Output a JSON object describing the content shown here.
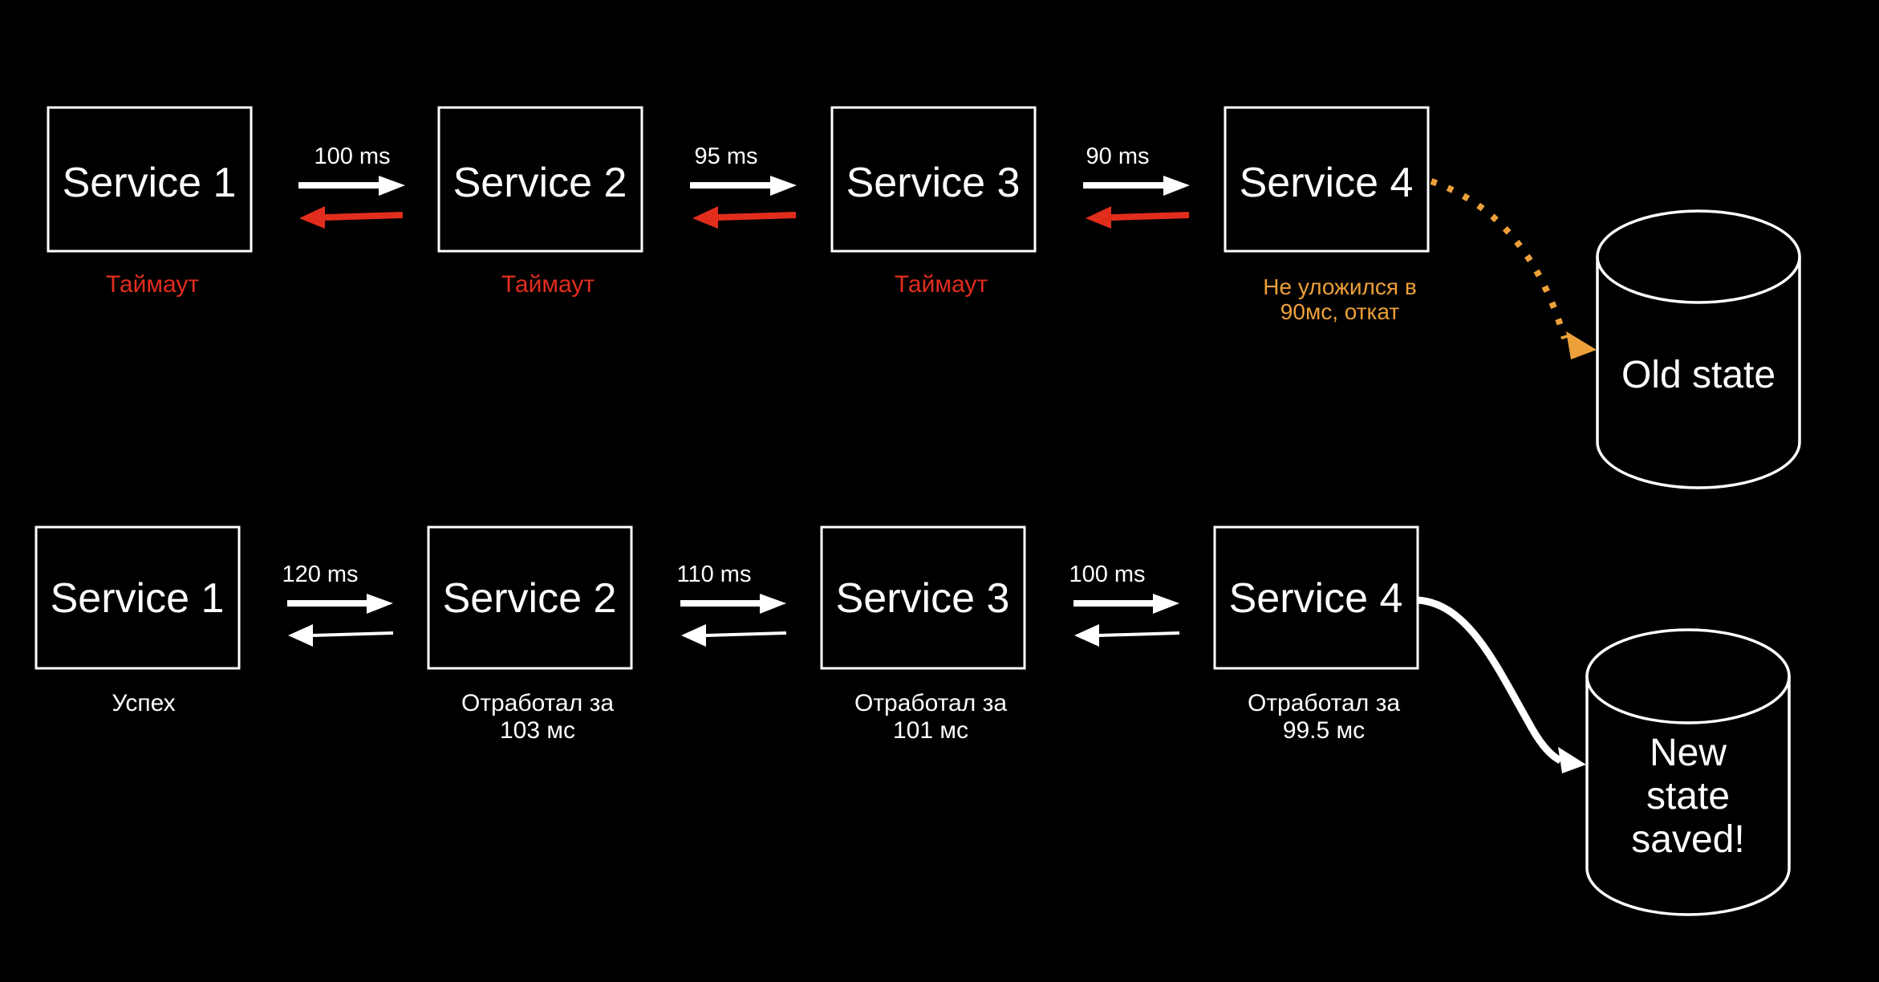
{
  "colors": {
    "background": "#000000",
    "box_stroke": "#ffffff",
    "text": "#ffffff",
    "error_red": "#e22d1d",
    "rollback_orange": "#eda03a"
  },
  "top_flow": {
    "services": [
      {
        "name": "Service 1",
        "status_lines": [
          "Таймаут"
        ]
      },
      {
        "name": "Service 2",
        "status_lines": [
          "Таймаут"
        ]
      },
      {
        "name": "Service 3",
        "status_lines": [
          "Таймаут"
        ]
      },
      {
        "name": "Service 4",
        "status_lines": [
          "Не уложился в",
          "90мс, откат"
        ]
      }
    ],
    "latencies": [
      "100 ms",
      "95 ms",
      "90 ms"
    ],
    "database": {
      "lines": [
        "Old state"
      ]
    }
  },
  "bottom_flow": {
    "services": [
      {
        "name": "Service 1",
        "status_lines": [
          "Успех"
        ]
      },
      {
        "name": "Service 2",
        "status_lines": [
          "Отработал за",
          "103 мс"
        ]
      },
      {
        "name": "Service 3",
        "status_lines": [
          "Отработал за",
          "101 мс"
        ]
      },
      {
        "name": "Service 4",
        "status_lines": [
          "Отработал за",
          "99.5 мс"
        ]
      }
    ],
    "latencies": [
      "120 ms",
      "110 ms",
      "100 ms"
    ],
    "database": {
      "lines": [
        "New",
        "state",
        "saved!"
      ]
    }
  }
}
